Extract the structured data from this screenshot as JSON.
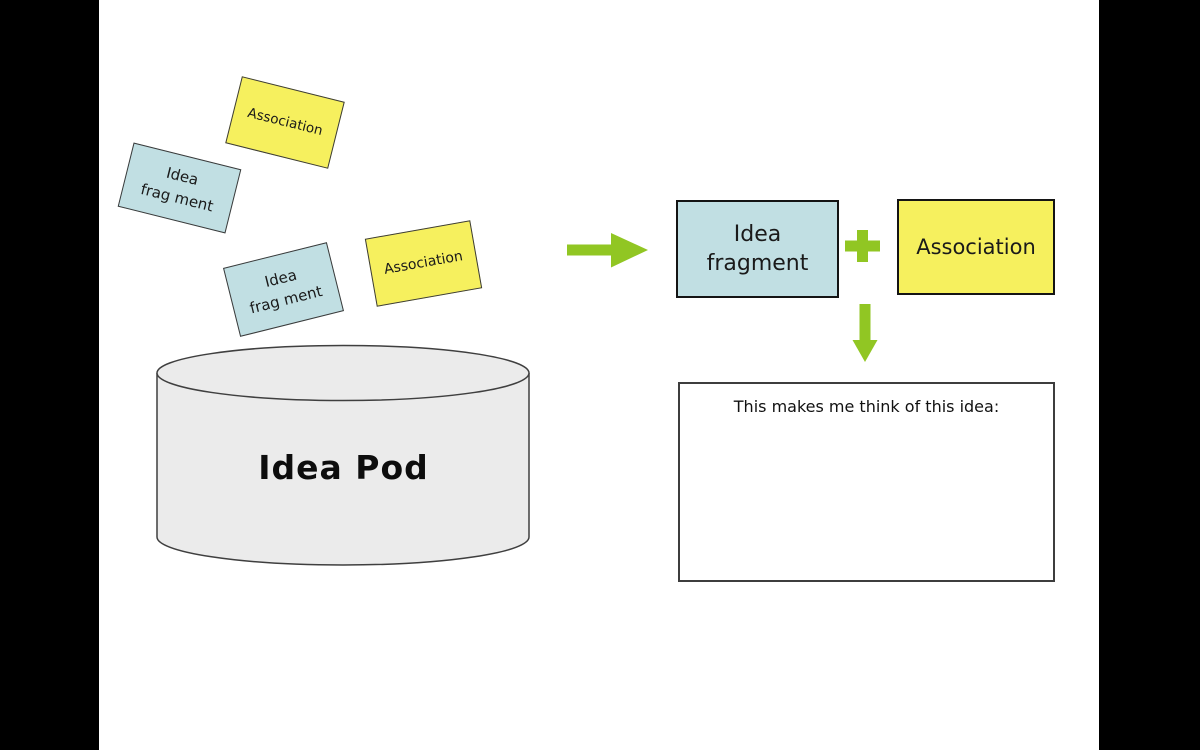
{
  "slide": {
    "background": "#ffffff",
    "letterbox_color": "#000000"
  },
  "colors": {
    "note_yellow": "#F6F05E",
    "note_blue": "#C1DFE3",
    "arrow_green": "#91C623",
    "cylinder_fill": "#EBEBEB",
    "outline_dark": "#3f3f3f"
  },
  "icons": {
    "right_arrow": "right-arrow-icon",
    "plus": "plus-icon",
    "down_arrow": "down-arrow-icon"
  },
  "falling_notes": [
    {
      "type": "association",
      "label": "Association"
    },
    {
      "type": "idea-fragment",
      "line1": "Idea",
      "line2": "frag ment"
    },
    {
      "type": "idea-fragment",
      "line1": "Idea",
      "line2": "frag ment"
    },
    {
      "type": "association",
      "label": "Association"
    }
  ],
  "idea_pod": {
    "label": "Idea Pod"
  },
  "combination": {
    "idea_fragment": {
      "line1": "Idea",
      "line2": "fragment"
    },
    "association": {
      "label": "Association"
    }
  },
  "output_box": {
    "prompt": "This makes me think of this idea:"
  }
}
